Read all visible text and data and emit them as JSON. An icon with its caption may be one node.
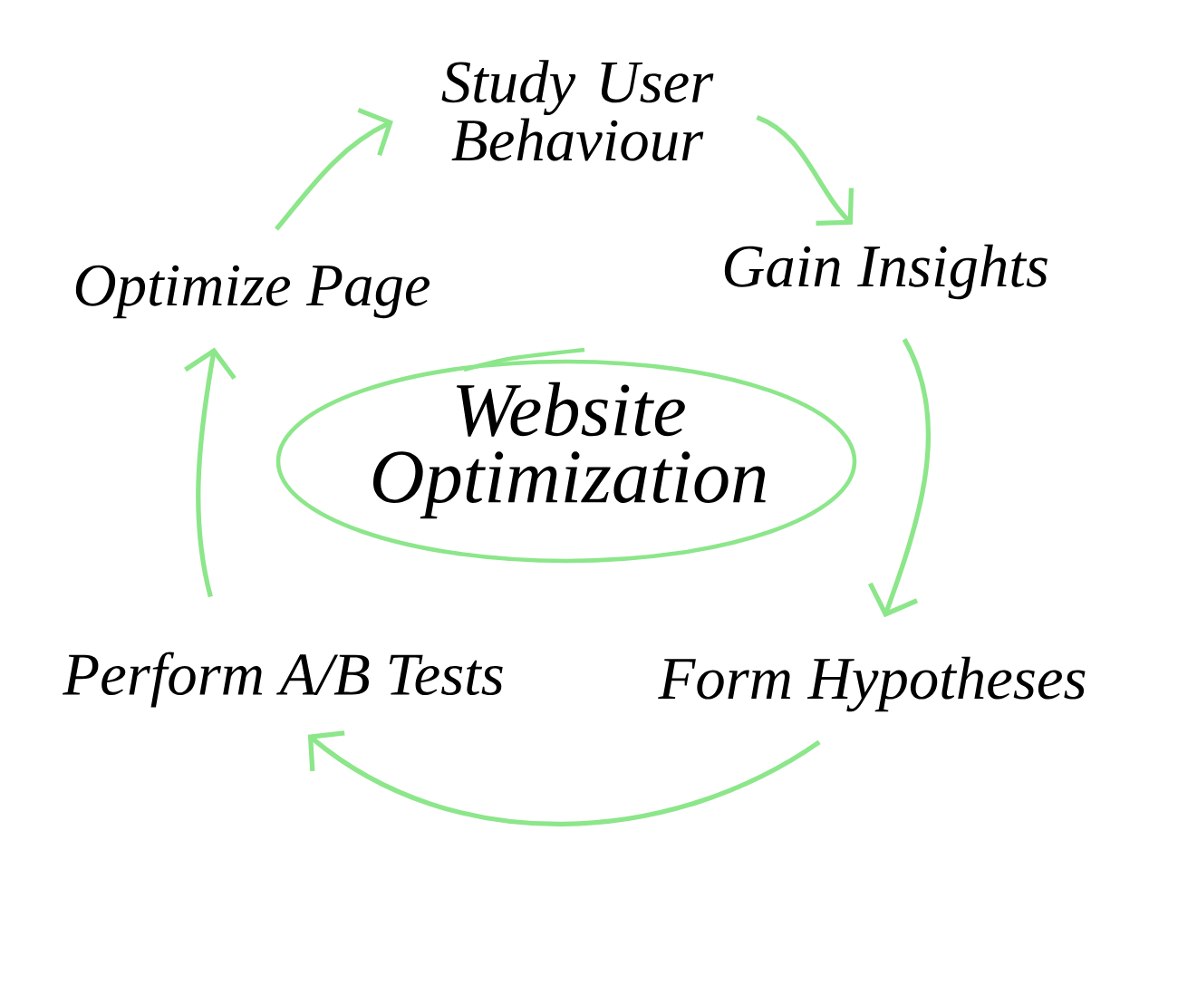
{
  "diagram": {
    "nodes": [
      {
        "text": [
          "Study User Behaviour"
        ]
      },
      {
        "text": [
          "Gain Insights"
        ]
      },
      {
        "text": [
          "Form Hypotheses"
        ]
      },
      {
        "text": [
          "Perform A/B Tests"
        ]
      },
      {
        "text": [
          "Optimize Page"
        ]
      },
      {
        "text": [
          "Website Optimization"
        ]
      }
    ],
    "edges": [
      {
        "from": 4,
        "to": 0,
        "arrow": "to"
      },
      {
        "from": 0,
        "to": 1,
        "arrow": "to"
      },
      {
        "from": 1,
        "to": 2,
        "arrow": "to"
      },
      {
        "from": 2,
        "to": 3,
        "arrow": "to"
      },
      {
        "from": 3,
        "to": 4,
        "arrow": "to"
      }
    ]
  }
}
